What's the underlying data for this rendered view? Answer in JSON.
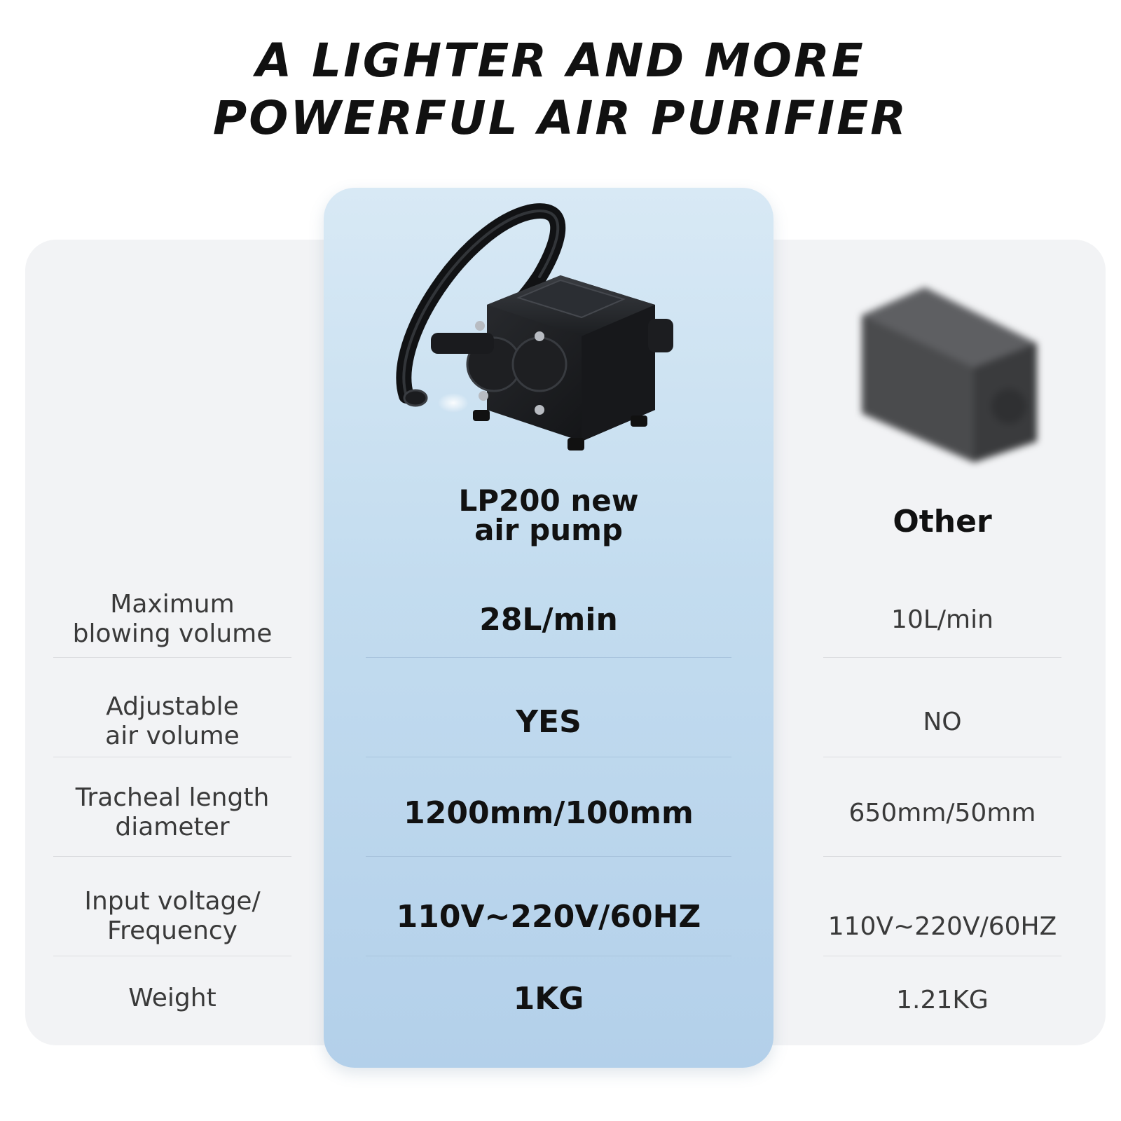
{
  "heading": {
    "line1": "A LIGHTER AND MORE",
    "line2": "POWERFUL AIR PURIFIER"
  },
  "columns": {
    "featured": {
      "title_line1": "LP200 new",
      "title_line2": "air pump",
      "image_icon": "air-pump-product"
    },
    "other": {
      "title": "Other",
      "image_icon": "generic-pump-blurred"
    }
  },
  "rows": [
    {
      "label_line1": "Maximum",
      "label_line2": "blowing volume",
      "featured": "28L/min",
      "other": "10L/min"
    },
    {
      "label_line1": "Adjustable",
      "label_line2": "air volume",
      "featured": "YES",
      "other": "NO"
    },
    {
      "label_line1": "Tracheal length",
      "label_line2": "diameter",
      "featured": "1200mm/100mm",
      "other": "650mm/50mm"
    },
    {
      "label_line1": "Input voltage/",
      "label_line2": "Frequency",
      "featured": "110V~220V/60HZ",
      "other": "110V~220V/60HZ"
    },
    {
      "label_line1": "Weight",
      "label_line2": "",
      "featured": "1KG",
      "other": "1.21KG"
    }
  ],
  "colors": {
    "featured_panel": "#c3dcef",
    "background_panel": "#f2f3f5",
    "text_dark": "#111111"
  }
}
